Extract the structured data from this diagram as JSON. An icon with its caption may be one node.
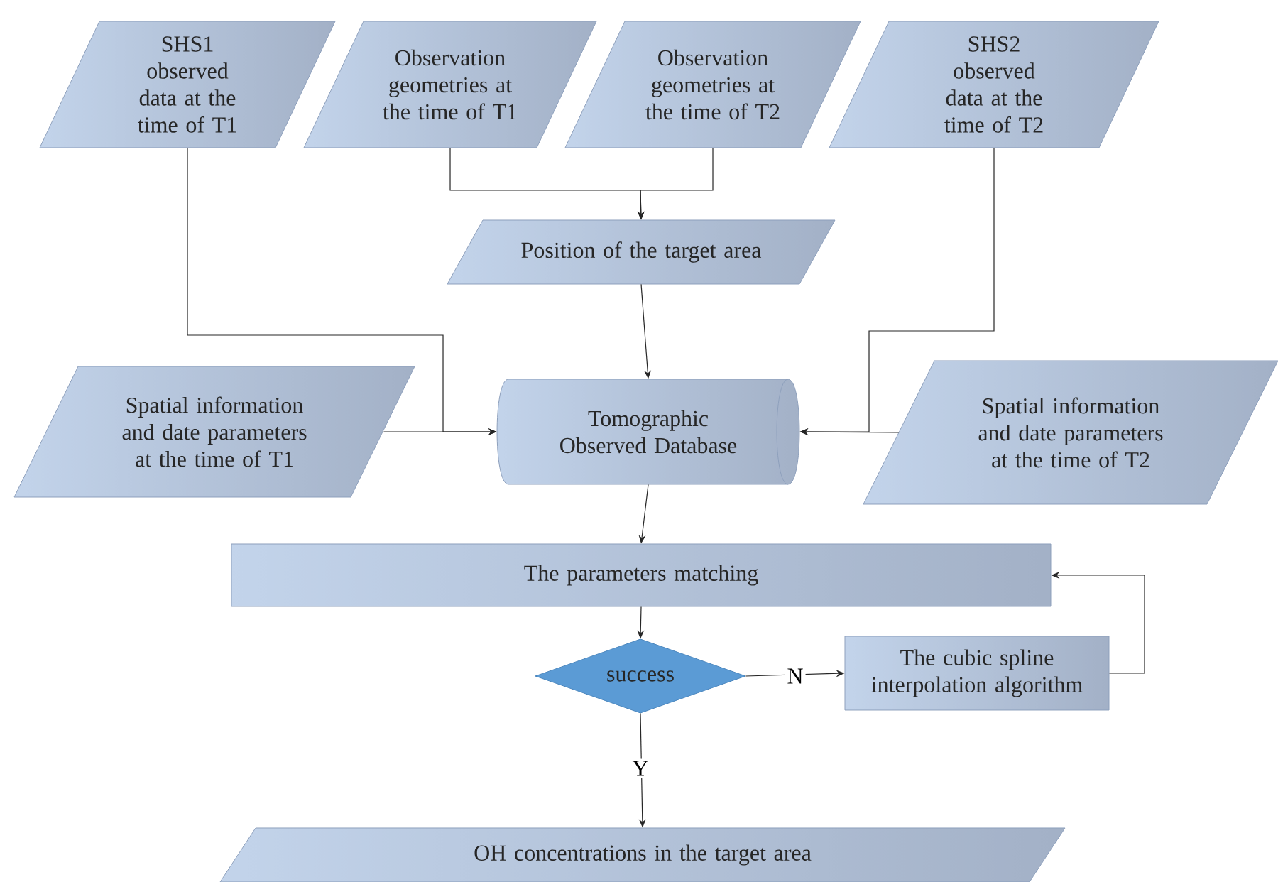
{
  "diagram": {
    "nodes": [
      {
        "text": [
          "SHS1 observed data at the time of T1"
        ]
      },
      {
        "text": [
          "Observation geometries at the time of T1"
        ]
      },
      {
        "text": [
          "Observation geometries at the time of T2"
        ]
      },
      {
        "text": [
          "SHS2 observed data at the time of T2"
        ]
      },
      {
        "text": [
          "Position of the target area"
        ]
      },
      {
        "text": [
          "Spatial information and date parameters at the time of T1"
        ]
      },
      {
        "text": [
          "Tomographic Observed Database"
        ]
      },
      {
        "text": [
          "Spatial information and date parameters at the time of T2"
        ]
      },
      {
        "text": [
          "The parameters matching"
        ]
      },
      {
        "text": [
          "success"
        ]
      },
      {
        "text": [
          "The cubic spline interpolation algorithm"
        ]
      },
      {
        "text": [
          "OH concentrations in the target area"
        ]
      }
    ],
    "edges": [
      {
        "from": 1,
        "to": 4,
        "arrow": "to"
      },
      {
        "from": 2,
        "to": 4,
        "arrow": "to"
      },
      {
        "from": 4,
        "to": 6,
        "arrow": "to"
      },
      {
        "from": 0,
        "to": 6,
        "arrow": "to"
      },
      {
        "from": 5,
        "to": 6,
        "arrow": "to"
      },
      {
        "from": 3,
        "to": 6,
        "arrow": "to"
      },
      {
        "from": 7,
        "to": 6,
        "arrow": "to"
      },
      {
        "from": 6,
        "to": 8,
        "arrow": "to"
      },
      {
        "from": 8,
        "to": 9,
        "arrow": "to"
      },
      {
        "from": 9,
        "to": 10,
        "arrow": "to",
        "label": "N"
      },
      {
        "from": 10,
        "to": 8,
        "arrow": "to"
      },
      {
        "from": 9,
        "to": 11,
        "arrow": "to",
        "label": "Y"
      }
    ]
  }
}
